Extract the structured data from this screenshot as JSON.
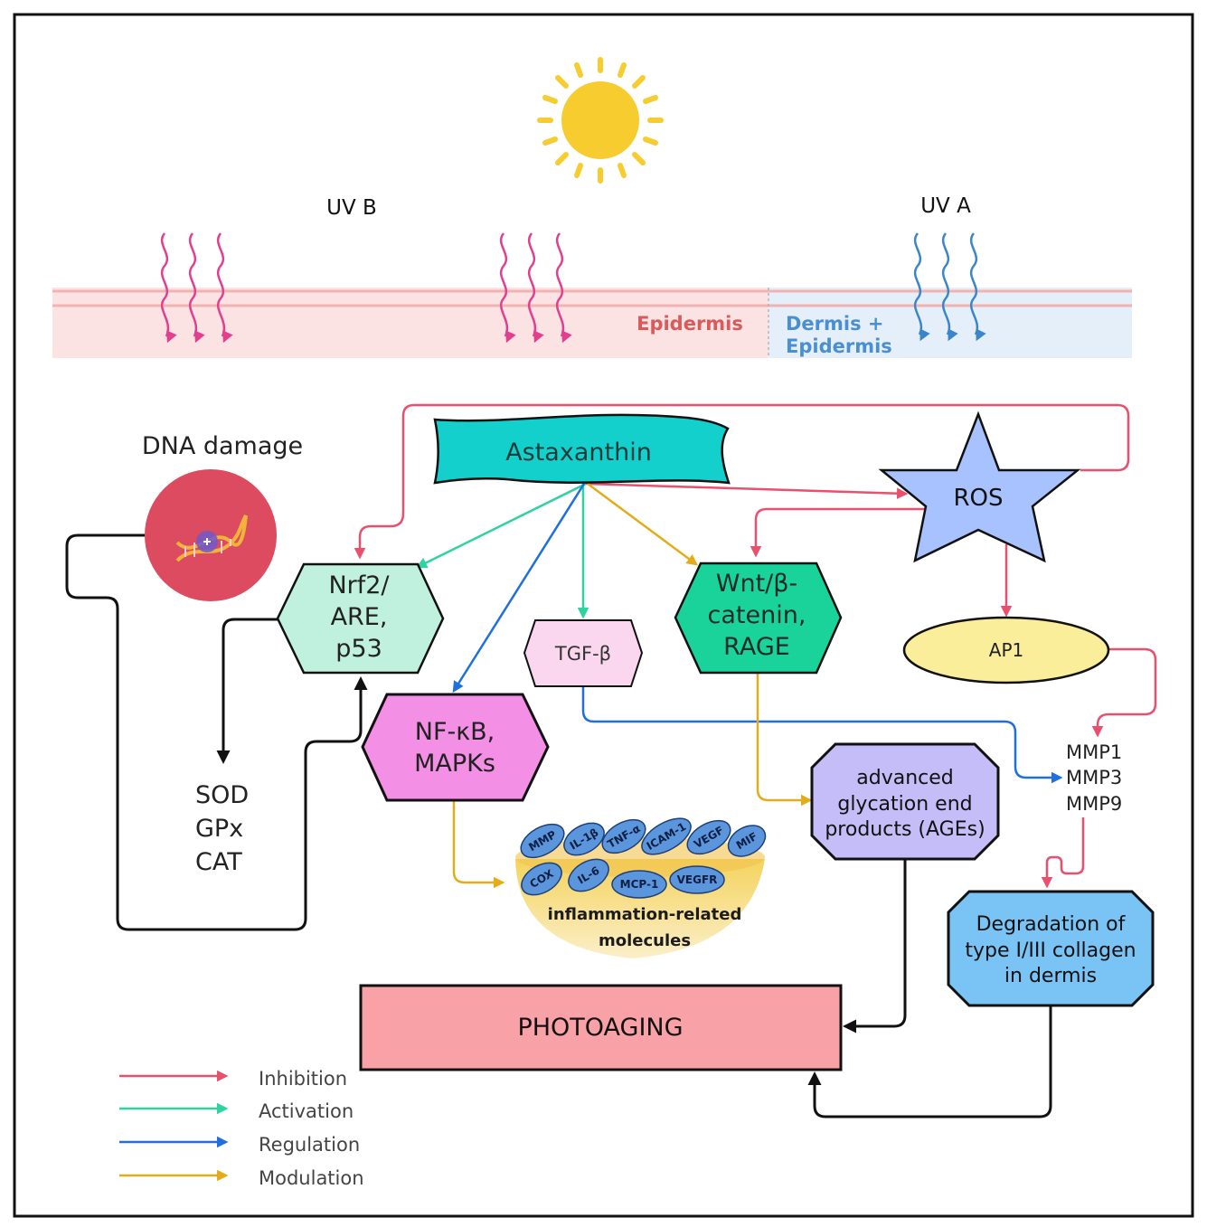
{
  "uv": {
    "uvb": "UV B",
    "uva": "UV A"
  },
  "skin": {
    "epidermis": "Epidermis",
    "dermis_line1": "Dermis +",
    "dermis_line2": "Epidermis"
  },
  "nodes": {
    "dna_damage": "DNA damage",
    "astaxanthin": "Astaxanthin",
    "ros": "ROS",
    "nrf2": [
      "Nrf2/",
      "ARE,",
      "p53"
    ],
    "wnt": [
      "Wnt/β-",
      "catenin,",
      "RAGE"
    ],
    "tgf": "TGF-β",
    "ap1": "AP1",
    "nfkb": [
      "NF-κB,",
      "MAPKs"
    ],
    "antioxidants": [
      "SOD",
      "GPx",
      "CAT"
    ],
    "mmps": [
      "MMP1",
      "MMP3",
      "MMP9"
    ],
    "ages": [
      "advanced",
      "glycation end",
      "products (AGEs)"
    ],
    "collagen": [
      "Degradation of",
      "type I/III collagen",
      "in dermis"
    ],
    "photoaging": "PHOTOAGING",
    "inflammation_markers": [
      "MMP",
      "IL-1β",
      "TNF-α",
      "ICAM-1",
      "VEGF",
      "MIF",
      "COX",
      "IL-6",
      "MCP-1",
      "VEGFR"
    ],
    "inflammation_caption": [
      "inflammation-related",
      "molecules"
    ]
  },
  "legend": [
    {
      "label": "Inhibition",
      "color": "#e8506e"
    },
    {
      "label": "Activation",
      "color": "#2ed3a0"
    },
    {
      "label": "Regulation",
      "color": "#1f6fe0"
    },
    {
      "label": "Modulation",
      "color": "#e3ac1a"
    }
  ],
  "colors": {
    "inhibition": "#e8506e",
    "activation": "#2ed3a0",
    "regulation": "#1f6fe0",
    "modulation": "#e3ac1a",
    "uvb_wave": "#e23f8e",
    "uva_wave": "#3b86c8",
    "sun": "#f7cc2e"
  }
}
